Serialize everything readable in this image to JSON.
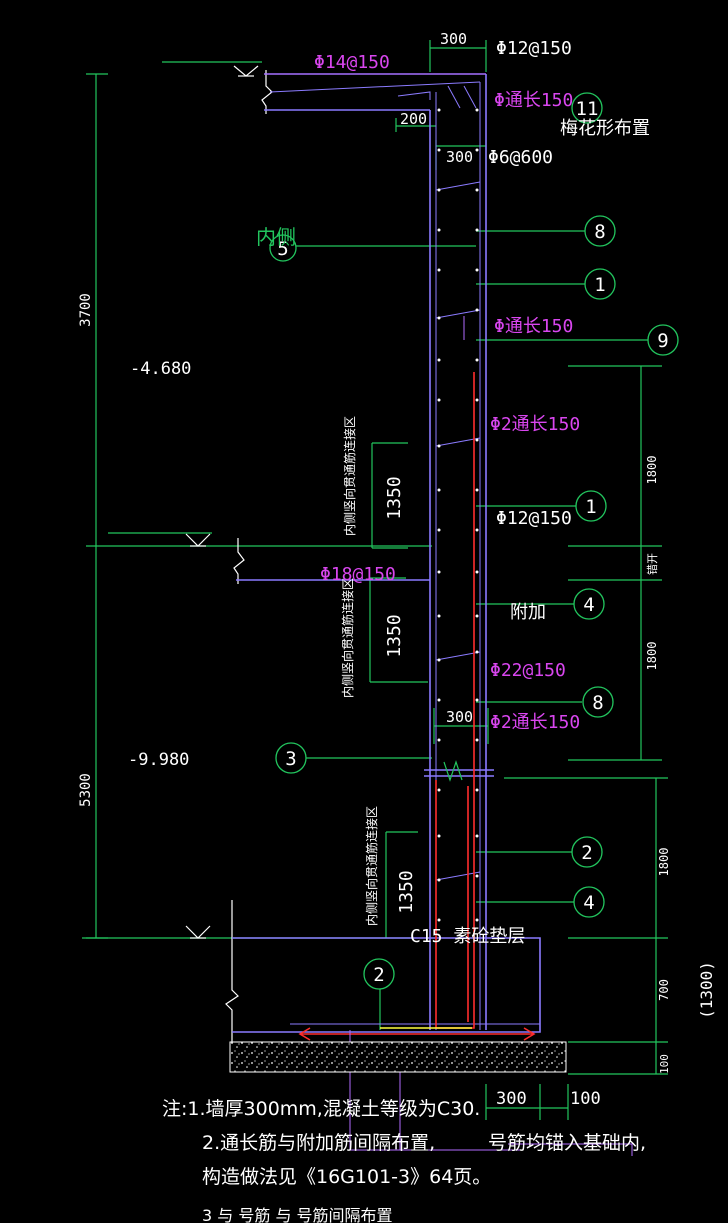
{
  "colors": {
    "background": "#000000",
    "dimension": "#22c55e",
    "wall": "#8b7bff",
    "rebar_label": "#d946ef",
    "red": "#ff2d2d",
    "white": "#ffffff",
    "yellow": "#ffff40"
  },
  "dims": {
    "top_300": "300",
    "d200": "200",
    "d300_inner": "300",
    "left_3700": "3700",
    "left_5300": "5300",
    "lap1_1350": "1350",
    "lap2_1350": "1350",
    "lap3_1350": "1350",
    "d300_lower": "300",
    "r1800_a": "1800",
    "r_stagger": "错开",
    "r1800_b": "1800",
    "r1800_c": "1800",
    "r700": "700",
    "r1300": "(1300)",
    "r100": "100",
    "b300": "300",
    "b100": "100"
  },
  "elevations": {
    "e1": "-4.680",
    "e2": "-9.980"
  },
  "rebar": {
    "top_phi14": "Φ14@150",
    "top_phi12": "Φ12@150",
    "through_phi": "Φ通长150",
    "phi6": "Φ6@600",
    "through2": "Φ通长150",
    "through3": "Φ2通长150",
    "phi12_mid": "Φ12@150",
    "phi18": "Φ18@150",
    "phi22": "Φ22@150",
    "through4": "Φ2通长150"
  },
  "texts": {
    "plum": "梅花形布置",
    "inner": "内侧",
    "addon": "附加",
    "lap_zone1": "内侧竖向贯通筋连接区",
    "lap_zone2": "内侧竖向贯通筋连接区",
    "lap_zone3": "内侧竖向贯通筋连接区",
    "cushion": "C15 素砼垫层"
  },
  "callouts": {
    "c11": "11",
    "c8a": "8",
    "c5": "5",
    "c1a": "1",
    "c9": "9",
    "c1b": "1",
    "c4a": "4",
    "c8b": "8",
    "c3": "3",
    "c2a": "2",
    "c4b": "4",
    "c2b": "2"
  },
  "notes": {
    "n1": "注:1.墙厚300mm,混凝土等级为C30.",
    "n2": "2.通长筋与附加筋间隔布置,",
    "n3": "构造做法见《16G101-3》64页。",
    "n4": "号筋均锚入基础内,",
    "n5": "3    与    号筋    与    号筋间隔布置"
  }
}
